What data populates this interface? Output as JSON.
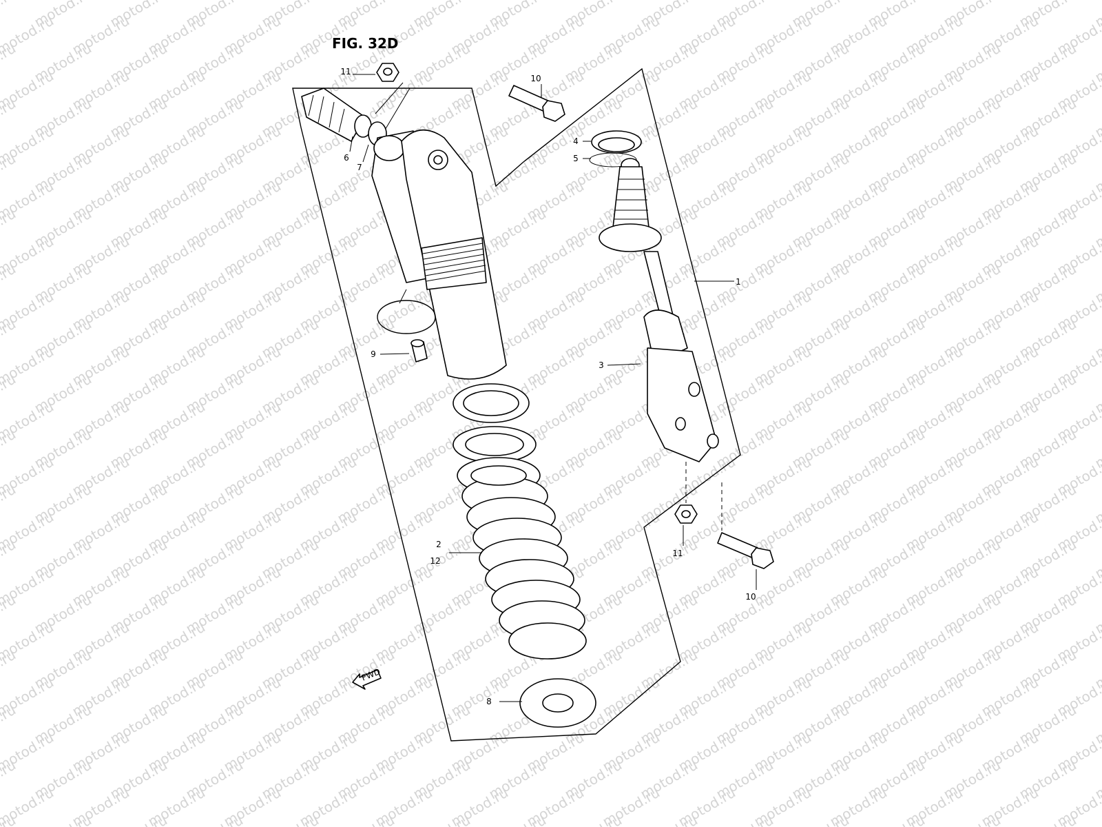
{
  "figure": {
    "title": "FIG. 32D",
    "watermark": "motod.ru",
    "direction_marker": "FWD"
  },
  "callouts": [
    {
      "id": "c11a",
      "label": "11"
    },
    {
      "id": "c10a",
      "label": "10"
    },
    {
      "id": "c4",
      "label": "4"
    },
    {
      "id": "c5",
      "label": "5"
    },
    {
      "id": "c6",
      "label": "6"
    },
    {
      "id": "c7",
      "label": "7"
    },
    {
      "id": "c1",
      "label": "1"
    },
    {
      "id": "c3",
      "label": "3"
    },
    {
      "id": "c9",
      "label": "9"
    },
    {
      "id": "c2",
      "label": "2"
    },
    {
      "id": "c12",
      "label": "12"
    },
    {
      "id": "c11b",
      "label": "11"
    },
    {
      "id": "c10b",
      "label": "10"
    },
    {
      "id": "c8",
      "label": "8"
    }
  ]
}
